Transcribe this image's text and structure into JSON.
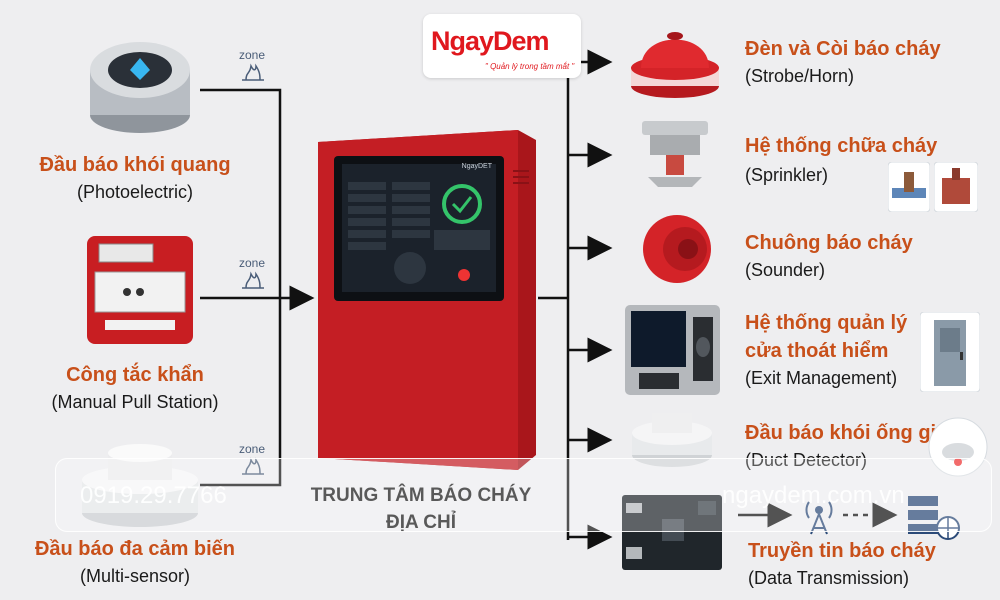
{
  "logo": {
    "brand": "NgayDem",
    "slogan": "\" Quản lý trong tầm mắt \""
  },
  "zone_label": "zone",
  "inputs": [
    {
      "title": "Đầu báo khói quang",
      "subtitle": "(Photoelectric)"
    },
    {
      "title": "Công tắc khẩn",
      "subtitle": "(Manual Pull Station)"
    },
    {
      "title": "Đầu báo đa cảm biến",
      "subtitle": "(Multi-sensor)"
    }
  ],
  "center": {
    "line1": "TRUNG TÂM BÁO CHÁY",
    "line2": "ĐỊA CHỈ",
    "screen_title": "NgayDET"
  },
  "outputs": [
    {
      "title": "Đèn và Còi báo cháy",
      "subtitle": "(Strobe/Horn)"
    },
    {
      "title": "Hệ thống chữa cháy",
      "subtitle": "(Sprinkler)"
    },
    {
      "title": "Chuông báo cháy",
      "subtitle": "(Sounder)"
    },
    {
      "title": "Hệ thống quản lý",
      "title2": "cửa thoát hiểm",
      "subtitle": "(Exit Management)"
    },
    {
      "title": "Đầu báo khói ống gió",
      "subtitle": "(Duct Detector)"
    },
    {
      "title": "Truyền tin báo cháy",
      "subtitle": "(Data Transmission)"
    }
  ],
  "watermark": {
    "phone": "0919.29.7766",
    "site": "ngaydem.com.vn"
  },
  "colors": {
    "accent_orange": "#c8501a",
    "panel_red": "#c41e24",
    "brand_red": "#e0181e"
  }
}
